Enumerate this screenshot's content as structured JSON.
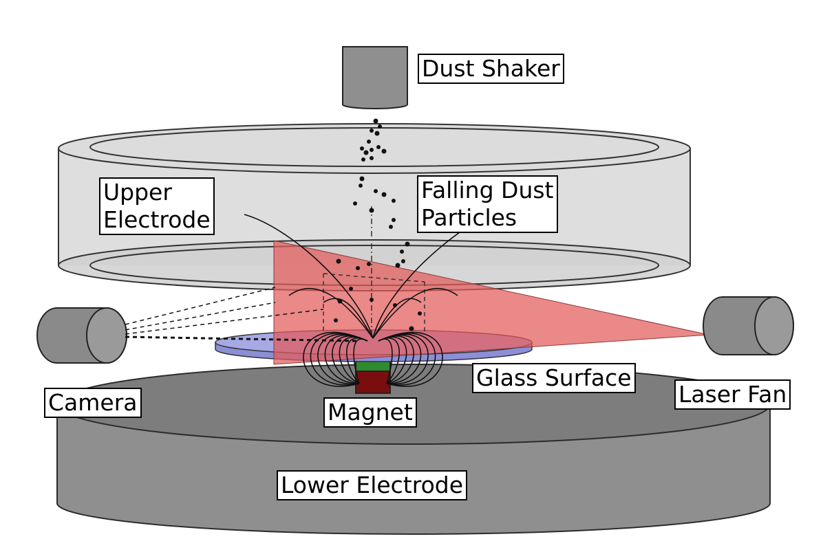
{
  "labels": {
    "dust_shaker": "Dust Shaker",
    "upper_electrode": [
      "Upper",
      "Electrode"
    ],
    "falling_dust": [
      "Falling Dust",
      "Particles"
    ],
    "glass_surface": "Glass Surface",
    "camera": "Camera",
    "laser_fan": "Laser Fan",
    "magnet": "Magnet",
    "lower_electrode": "Lower Electrode"
  },
  "colors": {
    "electrode_gray": "#8f8f8f",
    "upper_electrode_fill": "#d3d3d3",
    "laser_red": "#e35a5a",
    "glass_blue": "#8b8fd6",
    "magnet_green": "#2e8b2e",
    "magnet_red": "#7a0e0e"
  }
}
